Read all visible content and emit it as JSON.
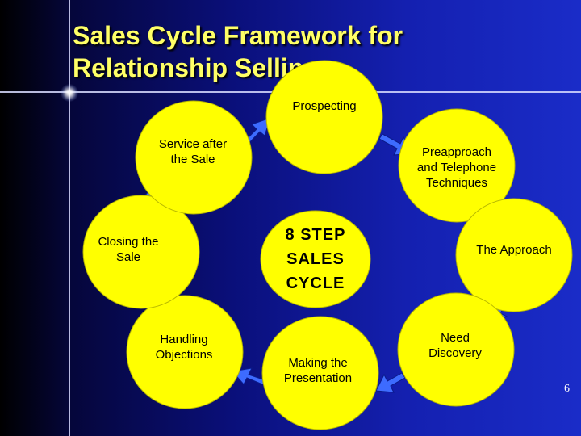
{
  "slide": {
    "title": "Sales Cycle Framework for\nRelationship Selling",
    "page_number": "6"
  },
  "diagram": {
    "center_label": "8 STEP\nSALES\nCYCLE",
    "steps": [
      {
        "label": "Prospecting"
      },
      {
        "label": "Preapproach\nand Telephone\nTechniques"
      },
      {
        "label": "The Approach"
      },
      {
        "label": "Need\nDiscovery"
      },
      {
        "label": "Making the\nPresentation"
      },
      {
        "label": "Handling\nObjections"
      },
      {
        "label": "Closing the\nSale"
      },
      {
        "label": "Service after\nthe Sale"
      }
    ]
  },
  "colors": {
    "node_fill": "#ffff00",
    "title_text": "#ffff66",
    "arrow_fill": "#3d6bff",
    "background": "#1420b0"
  }
}
